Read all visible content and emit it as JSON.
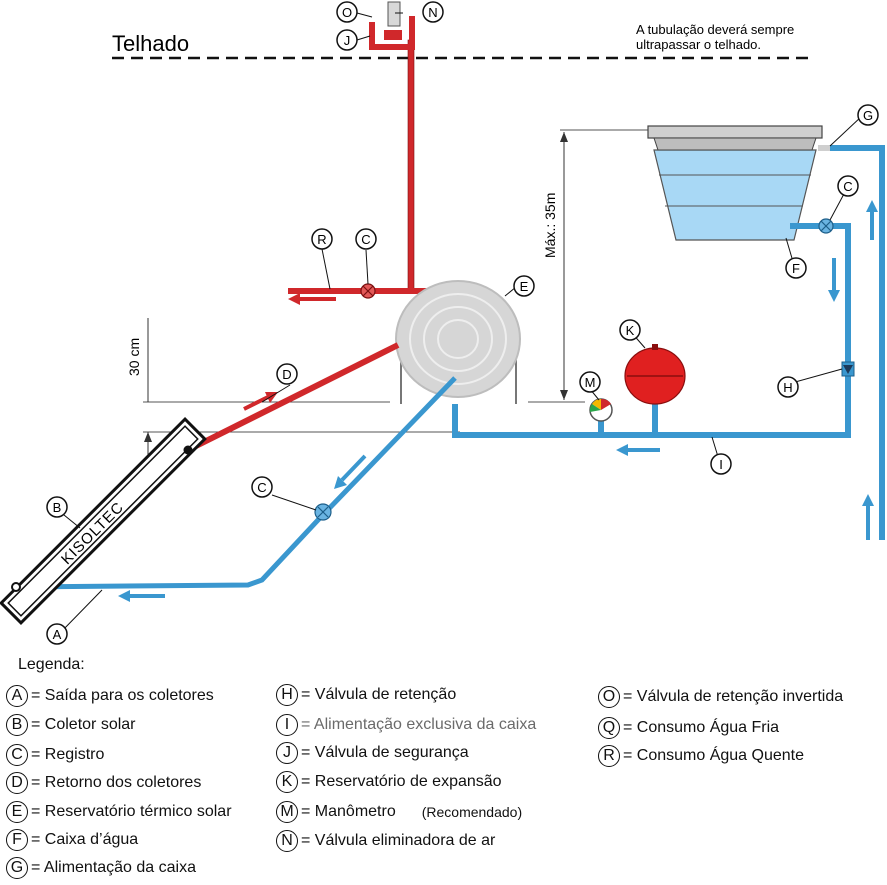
{
  "header": {
    "roof_label": "Telhado",
    "note_line1": "A tubulação deverá sempre",
    "note_line2": "ultrapassar o telhado."
  },
  "dimensions": {
    "max_height": "Máx.: 35m",
    "min_offset": "30 cm"
  },
  "collector": {
    "brand": "KISOLTEC"
  },
  "callouts": {
    "A": "A",
    "B": "B",
    "C": "C",
    "D": "D",
    "E": "E",
    "F": "F",
    "G": "G",
    "H": "H",
    "I": "I",
    "J": "J",
    "K": "K",
    "M": "M",
    "N": "N",
    "O": "O",
    "R": "R"
  },
  "colors": {
    "hot_pipe": "#d0282b",
    "cold_pipe": "#3a97cf",
    "water": "#a8d8f5",
    "tank_grey": "#d9d9d9",
    "expansion_tank": "#e02020"
  },
  "legend": {
    "title": "Legenda:",
    "items": [
      {
        "key": "A",
        "text": "= Saída para os coletores"
      },
      {
        "key": "B",
        "text": "= Coletor solar"
      },
      {
        "key": "C",
        "text": "= Registro"
      },
      {
        "key": "D",
        "text": "= Retorno dos coletores"
      },
      {
        "key": "E",
        "text": "= Reservatório térmico solar"
      },
      {
        "key": "F",
        "text": "= Caixa d’água"
      },
      {
        "key": "G",
        "text": "= Alimentação da caixa"
      },
      {
        "key": "H",
        "text": "= Válvula de retenção"
      },
      {
        "key": "I",
        "text": "= Alimentação exclusiva da caixa"
      },
      {
        "key": "J",
        "text": "= Válvula de segurança"
      },
      {
        "key": "K",
        "text": "= Reservatório de expansão"
      },
      {
        "key": "M",
        "text": "= Manômetro"
      },
      {
        "key": "N",
        "text": "= Válvula eliminadora de ar"
      },
      {
        "key": "O",
        "text": "= Válvula de retenção invertida"
      },
      {
        "key": "Q",
        "text": "= Consumo Água Fria"
      },
      {
        "key": "R",
        "text": "= Consumo Água Quente"
      }
    ],
    "recommended": "(Recomendado)"
  }
}
